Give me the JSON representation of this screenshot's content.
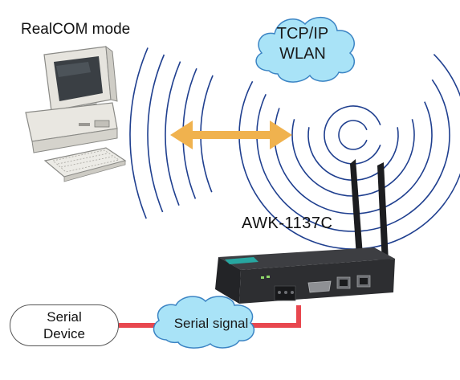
{
  "mode_label": "RealCOM mode",
  "device_label": "AWK-1137C",
  "wlan_cloud": {
    "line1": "TCP/IP",
    "line2": "WLAN"
  },
  "serial_cloud": {
    "label": "Serial signal"
  },
  "serial_device": {
    "line1": "Serial",
    "line2": "Device"
  },
  "colors": {
    "waves": "#1f3f8f",
    "arrow": "#f0b24e",
    "cloud_fill": "#a9e3f7",
    "cloud_stroke": "#3b84c4",
    "serial_cable": "#e8474f",
    "device_body": "#2d2e31"
  },
  "icons": [
    "desktop-computer-icon",
    "wireless-ap-device-icon"
  ]
}
